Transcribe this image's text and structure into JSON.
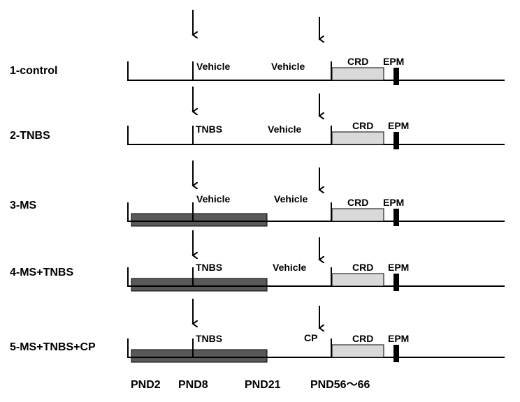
{
  "rows": [
    {
      "label": "1-control",
      "treatment_early": "Vehicle",
      "treatment_late": "Vehicle",
      "test1": "CRD",
      "test2": "EPM",
      "maternal_separation": false
    },
    {
      "label": "2-TNBS",
      "treatment_early": "TNBS",
      "treatment_late": "Vehicle",
      "test1": "CRD",
      "test2": "EPM",
      "maternal_separation": false
    },
    {
      "label": "3-MS",
      "treatment_early": "Vehicle",
      "treatment_late": "Vehicle",
      "test1": "CRD",
      "test2": "EPM",
      "maternal_separation": true
    },
    {
      "label": "4-MS+TNBS",
      "treatment_early": "TNBS",
      "treatment_late": "Vehicle",
      "test1": "CRD",
      "test2": "EPM",
      "maternal_separation": true
    },
    {
      "label": "5-MS+TNBS+CP",
      "treatment_early": "TNBS",
      "treatment_late": "CP",
      "test1": "CRD",
      "test2": "EPM",
      "maternal_separation": true
    }
  ],
  "timeline": {
    "pnd2": "PND2",
    "pnd8": "PND8",
    "pnd21": "PND21",
    "pnd56_66": "PND56～66"
  },
  "colors": {
    "ms_bar": "#595959",
    "crd_box": "#d9d9d9",
    "line": "#000000"
  }
}
